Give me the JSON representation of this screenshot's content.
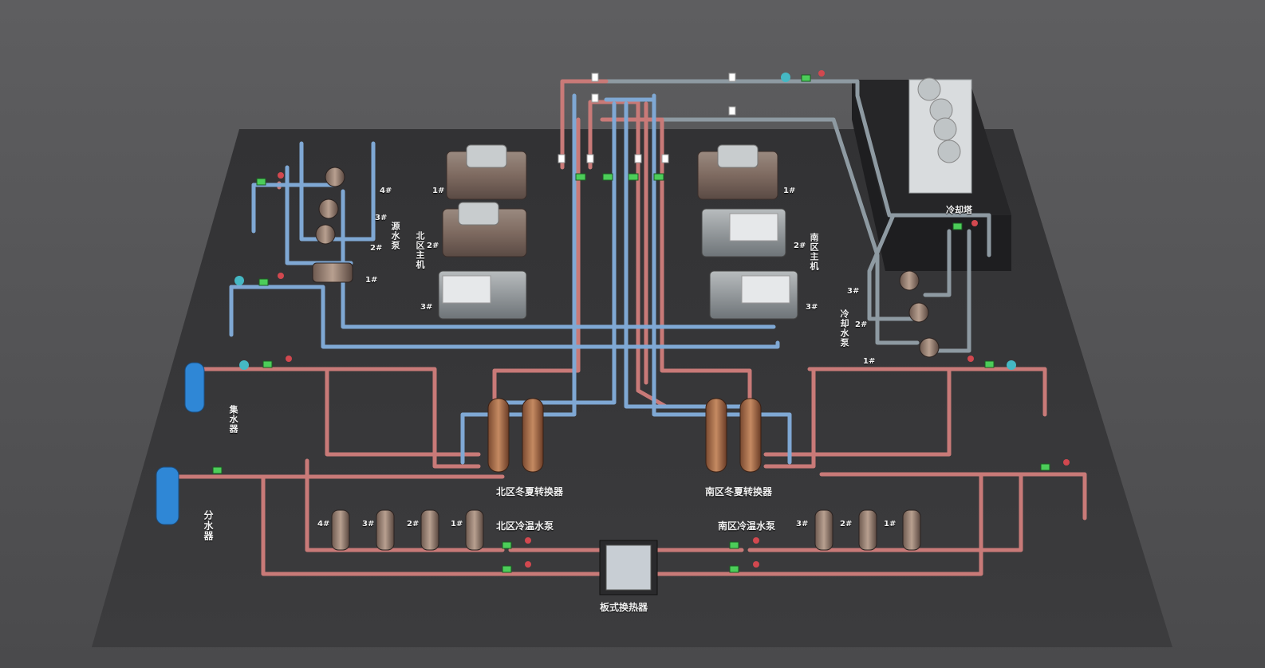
{
  "colors": {
    "background": "#5a5a5c",
    "floor": "#38383a",
    "hot_pipe": "#c97a78",
    "cold_pipe": "#7fa8d4",
    "cooling_pipe": "#8e9aa2",
    "valve_green": "#4ccd59",
    "valve_red": "#d2484f",
    "valve_cyan": "#45b8c4",
    "header_blue": "#2f87d6"
  },
  "labels": {
    "cooling_tower": "冷却塔",
    "cooling_pump": "冷却水泵",
    "source_pump": "源水泵",
    "north_host": "北区主机",
    "south_host": "南区主机",
    "collector": "集水器",
    "distributor": "分水器",
    "north_converter": "北区冬夏转换器",
    "south_converter": "南区冬夏转换器",
    "north_pump": "北区冷温水泵",
    "south_pump": "南区冷温水泵",
    "plate_hx": "板式换热器"
  },
  "numbers": {
    "n1": "1#",
    "n2": "2#",
    "n3": "3#",
    "n4": "4#"
  }
}
